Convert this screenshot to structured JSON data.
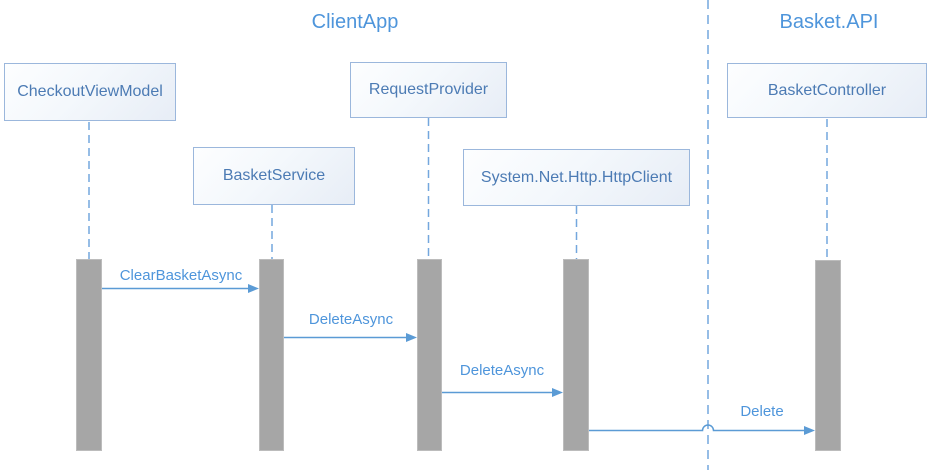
{
  "diagram": {
    "type": "sequence-diagram",
    "groups": [
      {
        "label": "ClientApp"
      },
      {
        "label": "Basket.API"
      }
    ],
    "participants": [
      {
        "label": "CheckoutViewModel",
        "group": "ClientApp"
      },
      {
        "label": "BasketService",
        "group": "ClientApp"
      },
      {
        "label": "RequestProvider",
        "group": "ClientApp"
      },
      {
        "label": "System.Net.Http.HttpClient",
        "group": "ClientApp"
      },
      {
        "label": "BasketController",
        "group": "Basket.API"
      }
    ],
    "messages": [
      {
        "label": "ClearBasketAsync",
        "from": "CheckoutViewModel",
        "to": "BasketService"
      },
      {
        "label": "DeleteAsync",
        "from": "BasketService",
        "to": "RequestProvider"
      },
      {
        "label": "DeleteAsync",
        "from": "RequestProvider",
        "to": "System.Net.Http.HttpClient"
      },
      {
        "label": "Delete",
        "from": "System.Net.Http.HttpClient",
        "to": "BasketController"
      }
    ],
    "colors": {
      "accent_blue": "#5b9bd5",
      "header_text": "#4e95db",
      "box_text": "#4c7bb4",
      "box_border": "#9bb7dc",
      "message_text": "#4e95db",
      "lifeline_dash": "#74a7de",
      "divider_dash": "#74a7de",
      "activation_bar": "#a6a6a6"
    }
  }
}
